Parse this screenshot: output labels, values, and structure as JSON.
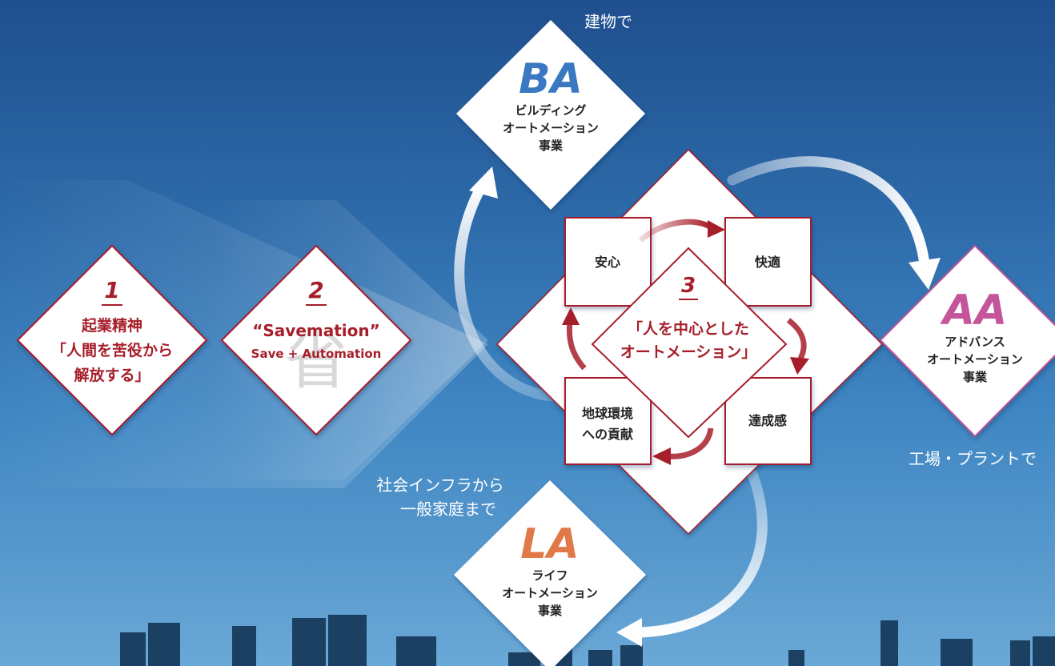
{
  "colors": {
    "red": "#a61e2a",
    "ba_blue": "#3a78c2",
    "aa_pink": "#c4559a",
    "la_orange": "#e07848",
    "sky_top": "#1f4f8e",
    "sky_bottom": "#6aa8d6"
  },
  "principles": [
    {
      "number": "1",
      "lines": [
        "起業精神",
        "「人間を苦役から",
        "解放する」"
      ]
    },
    {
      "number": "2",
      "lines": [
        "“Savemation”",
        "Save + Automation"
      ],
      "watermark": "省"
    },
    {
      "number": "3",
      "lines": [
        "「人を中心とした",
        "オートメーション」"
      ]
    }
  ],
  "values": {
    "anshin": "安心",
    "kaiteki": "快適",
    "tasseikan": "達成感",
    "chikyu": [
      "地球環境",
      "への貢献"
    ]
  },
  "businesses": {
    "ba": {
      "abbr": "BA",
      "name": [
        "ビルディング",
        "オートメーション",
        "事業"
      ],
      "caption": "建物で"
    },
    "aa": {
      "abbr": "AA",
      "name": [
        "アドバンス",
        "オートメーション",
        "事業"
      ],
      "caption": "工場・プラントで"
    },
    "la": {
      "abbr": "LA",
      "name": [
        "ライフ",
        "オートメーション",
        "事業"
      ],
      "caption": [
        "社会インフラから",
        "一般家庭まで"
      ]
    }
  }
}
